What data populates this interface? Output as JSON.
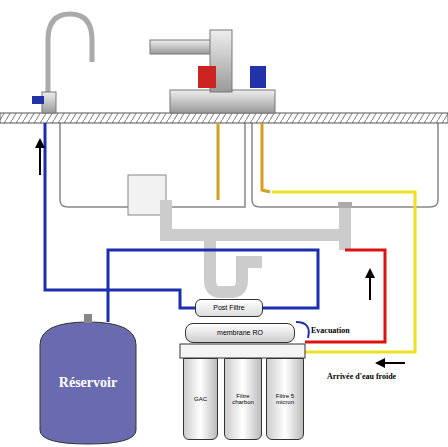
{
  "diagram": {
    "nodes": [
      {
        "text": [
          "Post Filtre"
        ]
      },
      {
        "text": [
          "membrane RO"
        ]
      },
      {
        "text": [
          "Réservoir"
        ]
      },
      {
        "text": [
          "GAC"
        ]
      },
      {
        "text": [
          "Filtre charbon"
        ]
      },
      {
        "text": [
          "Filtre 5 micron"
        ]
      }
    ],
    "edges": [
      {
        "from": 2,
        "to": 0,
        "arrow": "none"
      }
    ],
    "labels": [
      "Evacuation",
      "Arrivée d'eau froide"
    ]
  }
}
